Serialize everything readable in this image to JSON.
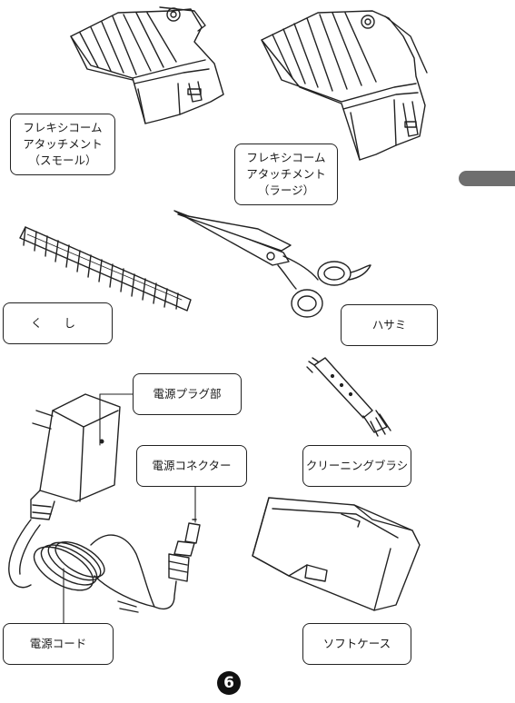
{
  "labels": {
    "flexi_small": [
      "フレキシコーム",
      "アタッチメント",
      "（スモール）"
    ],
    "flexi_large": [
      "フレキシコーム",
      "アタッチメント",
      "（ラージ）"
    ],
    "comb": "く し",
    "scissors": "ハサミ",
    "power_plug": "電源プラグ部",
    "power_connector": "電源コネクター",
    "cleaning_brush": "クリーニングブラシ",
    "power_cord": "電源コード",
    "soft_case": "ソフトケース"
  },
  "page": {
    "number": "6"
  },
  "colors": {
    "line": "#222222",
    "tab": "#6e6e6e"
  }
}
